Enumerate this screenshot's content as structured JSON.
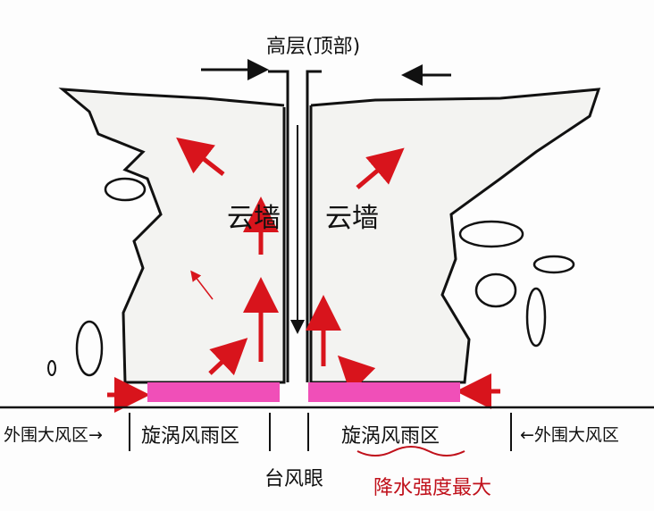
{
  "top_label": "高层(顶部)",
  "cloud_wall_left": "云墙",
  "cloud_wall_right": "云墙",
  "zones": {
    "outer_left": "外围大风区→",
    "vortex_left": "旋涡风雨区",
    "eye": "台风眼",
    "vortex_right": "旋涡风雨区",
    "outer_right": "←外围大风区"
  },
  "max_precip_label": "降水强度最大",
  "colors": {
    "arrow": "#d8141c",
    "precip_band": "#f04fb8",
    "line": "#111111"
  }
}
